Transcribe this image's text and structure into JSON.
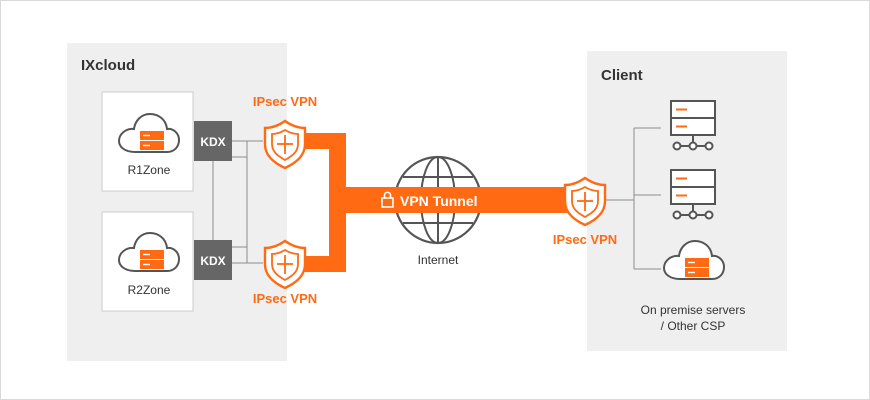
{
  "ixcloud": {
    "title": "IXcloud"
  },
  "client": {
    "title": "Client"
  },
  "zones": [
    {
      "label": "R1Zone",
      "gateway": "KDX"
    },
    {
      "label": "R2Zone",
      "gateway": "KDX"
    }
  ],
  "vpn": {
    "top_label": "IPsec VPN",
    "bottom_label": "IPsec VPN",
    "client_label": "IPsec VPN",
    "tunnel_label": "VPN Tunnel"
  },
  "internet": {
    "label": "Internet"
  },
  "onprem": {
    "line1": "On premise servers",
    "line2": "/ Other CSP"
  },
  "colors": {
    "accent": "#ff6a13",
    "panel": "#efefef",
    "icon_stroke": "#555555",
    "gateway": "#666666"
  },
  "icons": [
    "cloud-server-icon",
    "shield-icon",
    "globe-icon",
    "lock-icon",
    "server-icon"
  ]
}
